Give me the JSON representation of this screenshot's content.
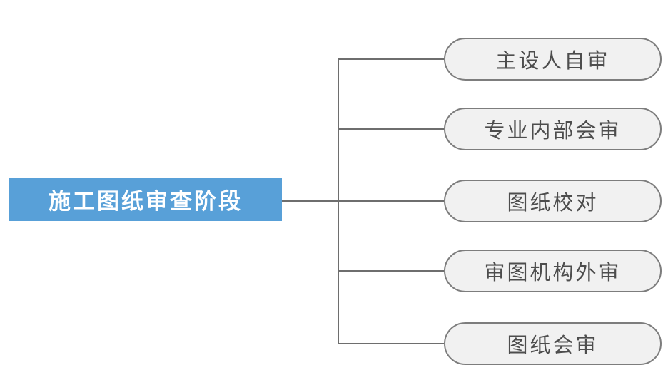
{
  "diagram": {
    "root": {
      "label": "施工图纸审查阶段"
    },
    "nodes": [
      {
        "label": "主设人自审"
      },
      {
        "label": "专业内部会审"
      },
      {
        "label": "图纸校对"
      },
      {
        "label": "审图机构外审"
      },
      {
        "label": "图纸会审"
      }
    ],
    "colors": {
      "root_background": "#58a0d8",
      "root_text": "#ffffff",
      "node_background": "#f1f1f1",
      "node_border": "#7d7d7d",
      "node_text": "#4d4d4d",
      "connector": "#6e6e6e",
      "page_background": "#ffffff"
    }
  }
}
